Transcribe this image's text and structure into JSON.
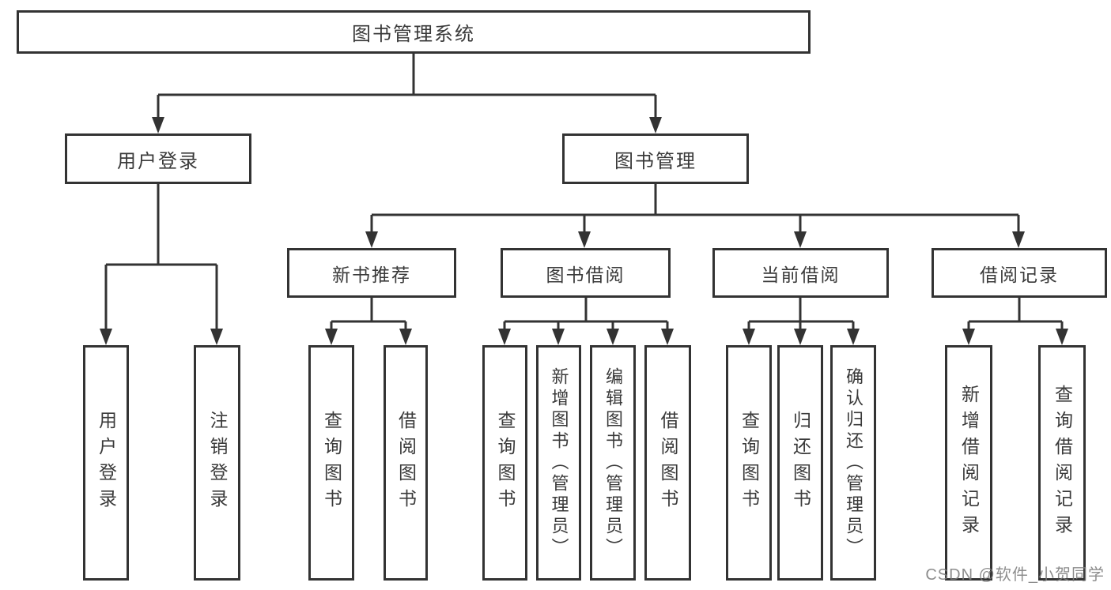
{
  "diagram": {
    "title": "图书管理系统",
    "colors": {
      "line": "#333333",
      "box_border": "#333333",
      "text": "#3a3a3a",
      "background": "#ffffff",
      "watermark": "#7d7d7d"
    },
    "nodes": {
      "root": {
        "label": "图书管理系统"
      },
      "user_login": {
        "label": "用户登录"
      },
      "book_mgmt": {
        "label": "图书管理"
      },
      "new_book_rec": {
        "label": "新书推荐"
      },
      "book_borrow": {
        "label": "图书借阅"
      },
      "current_borrow": {
        "label": "当前借阅"
      },
      "borrow_records": {
        "label": "借阅记录"
      },
      "leaf_user_login": {
        "label": "用户登录"
      },
      "leaf_logout": {
        "label": "注销登录"
      },
      "leaf_rec_query_book": {
        "label": "查询图书"
      },
      "leaf_rec_borrow_book": {
        "label": "借阅图书"
      },
      "leaf_bb_query_book": {
        "label": "查询图书"
      },
      "leaf_bb_add_book": {
        "label": "新增图书（管理员）"
      },
      "leaf_bb_edit_book": {
        "label": "编辑图书（管理员）"
      },
      "leaf_bb_borrow_book": {
        "label": "借阅图书"
      },
      "leaf_cb_query_book": {
        "label": "查询图书"
      },
      "leaf_cb_return_book": {
        "label": "归还图书"
      },
      "leaf_cb_confirm_return": {
        "label": "确认归还（管理员）"
      },
      "leaf_br_add_record": {
        "label": "新增借阅记录"
      },
      "leaf_br_query_record": {
        "label": "查询借阅记录"
      }
    },
    "edges": [
      {
        "from": "root",
        "to": "user_login"
      },
      {
        "from": "root",
        "to": "book_mgmt"
      },
      {
        "from": "user_login",
        "to": "leaf_user_login"
      },
      {
        "from": "user_login",
        "to": "leaf_logout"
      },
      {
        "from": "book_mgmt",
        "to": "new_book_rec"
      },
      {
        "from": "book_mgmt",
        "to": "book_borrow"
      },
      {
        "from": "book_mgmt",
        "to": "current_borrow"
      },
      {
        "from": "book_mgmt",
        "to": "borrow_records"
      },
      {
        "from": "new_book_rec",
        "to": "leaf_rec_query_book"
      },
      {
        "from": "new_book_rec",
        "to": "leaf_rec_borrow_book"
      },
      {
        "from": "book_borrow",
        "to": "leaf_bb_query_book"
      },
      {
        "from": "book_borrow",
        "to": "leaf_bb_add_book"
      },
      {
        "from": "book_borrow",
        "to": "leaf_bb_edit_book"
      },
      {
        "from": "book_borrow",
        "to": "leaf_bb_borrow_book"
      },
      {
        "from": "current_borrow",
        "to": "leaf_cb_query_book"
      },
      {
        "from": "current_borrow",
        "to": "leaf_cb_return_book"
      },
      {
        "from": "current_borrow",
        "to": "leaf_cb_confirm_return"
      },
      {
        "from": "borrow_records",
        "to": "leaf_br_add_record"
      },
      {
        "from": "borrow_records",
        "to": "leaf_br_query_record"
      }
    ],
    "watermark": "CSDN @软件_小贺同学"
  }
}
